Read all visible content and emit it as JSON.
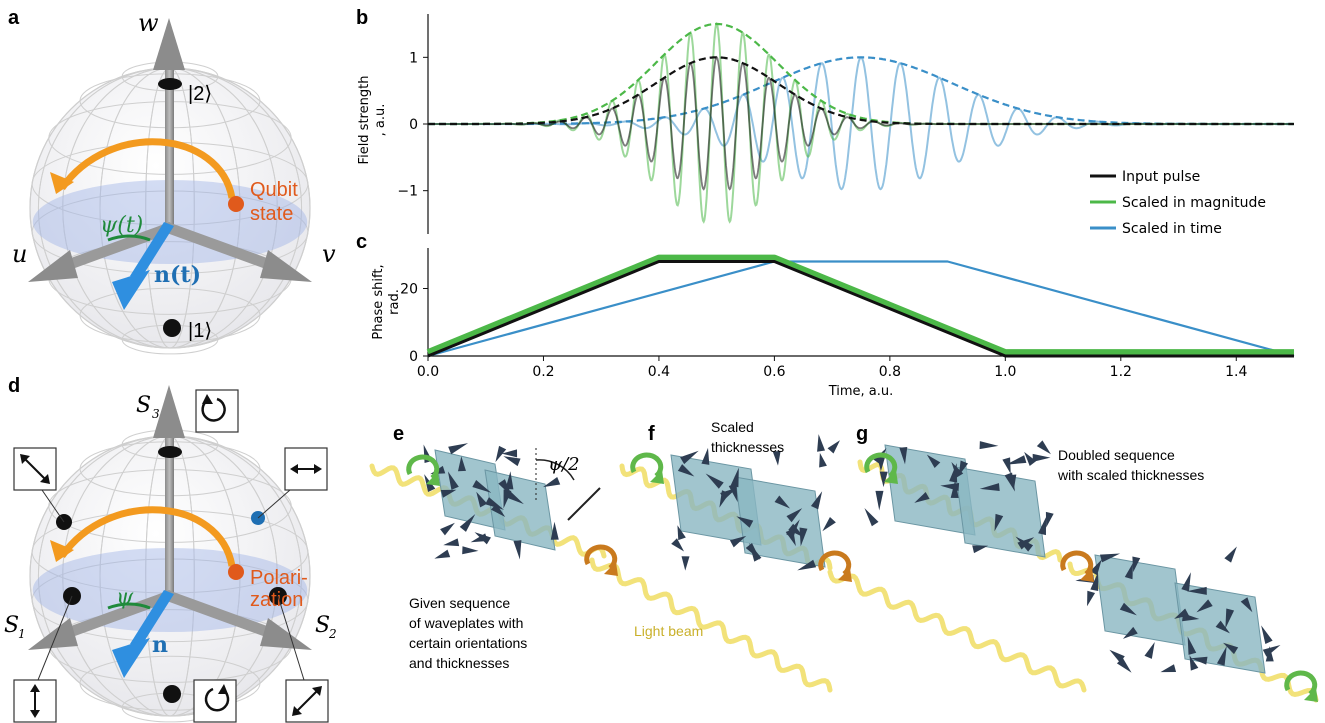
{
  "panels": {
    "a": "a",
    "b": "b",
    "c": "c",
    "d": "d",
    "e": "e",
    "f": "f",
    "g": "g"
  },
  "bloch": {
    "axis_w": "w",
    "axis_u": "u",
    "axis_v": "v",
    "ket2": "|2⟩",
    "ket1": "|1⟩",
    "psi_t": "ψ(t)",
    "n_t": "n(t)",
    "qubit_state_1": "Qubit",
    "qubit_state_2": "state"
  },
  "poincare": {
    "axis_s3": "S",
    "axis_s3_sub": "3",
    "axis_s1": "S",
    "axis_s1_sub": "1",
    "axis_s2": "S",
    "axis_s2_sub": "2",
    "psi": "ψ",
    "n": "n",
    "pol_1": "Polari-",
    "pol_2": "zation"
  },
  "colors": {
    "input": "#111111",
    "magnitude": "#4cb848",
    "time": "#3a8fc8",
    "orange": "#f39a1f",
    "red": "#e05a1c",
    "green_text": "#1f8a3b",
    "blue_text": "#1f6fb3",
    "crystal": "#8ab7c2",
    "beam": "#f2e27a",
    "arrow_dark": "#2e3d52"
  },
  "chart_data": [
    {
      "type": "line",
      "panel": "b",
      "ylabel_1": "Field strength",
      "ylabel_2": ", a.u.",
      "xlim": [
        0,
        1.5
      ],
      "ylim": [
        -1.65,
        1.65
      ],
      "yticks": [
        "-1",
        "0",
        "1"
      ],
      "series": [
        {
          "name": "Input pulse",
          "envelope_peak": 1.0,
          "center": 0.5,
          "width": 0.15,
          "freq_cycles_per_unit": 22
        },
        {
          "name": "Scaled in magnitude",
          "envelope_peak": 1.5,
          "center": 0.5,
          "width": 0.15,
          "freq_cycles_per_unit": 22
        },
        {
          "name": "Scaled in time",
          "envelope_peak": 1.0,
          "center": 0.75,
          "width": 0.225,
          "freq_cycles_per_unit": 14.67
        }
      ]
    },
    {
      "type": "line",
      "panel": "c",
      "ylabel_1": "Phase shift,",
      "ylabel_2": "rad.",
      "xlabel": "Time, a.u.",
      "xlim": [
        0,
        1.5
      ],
      "ylim": [
        0,
        32
      ],
      "xticks": [
        "0.0",
        "0.2",
        "0.4",
        "0.6",
        "0.8",
        "1.0",
        "1.2",
        "1.4"
      ],
      "yticks": [
        "0",
        "20"
      ],
      "series": [
        {
          "name": "Input pulse",
          "x": [
            0,
            0.4,
            0.6,
            1.0,
            1.5
          ],
          "y": [
            0,
            28,
            28,
            0,
            0
          ]
        },
        {
          "name": "Scaled in magnitude",
          "x": [
            0,
            0.4,
            0.6,
            1.0,
            1.5
          ],
          "y": [
            1,
            29,
            29,
            1,
            1
          ]
        },
        {
          "name": "Scaled in time",
          "x": [
            0,
            0.6,
            0.9,
            1.5
          ],
          "y": [
            0,
            28,
            28,
            0
          ]
        }
      ]
    }
  ],
  "legend": [
    "Input pulse",
    "Scaled in magnitude",
    "Scaled in time"
  ],
  "panel_e": {
    "angle": "ψ/2",
    "caption": [
      "Given sequence",
      "of waveplates with",
      "certain orientations",
      "and thicknesses"
    ],
    "beam": "Light beam"
  },
  "panel_f": {
    "caption": [
      "Scaled",
      "thicknesses"
    ]
  },
  "panel_g": {
    "caption": [
      "Doubled sequence",
      "with scaled thicknesses"
    ]
  }
}
